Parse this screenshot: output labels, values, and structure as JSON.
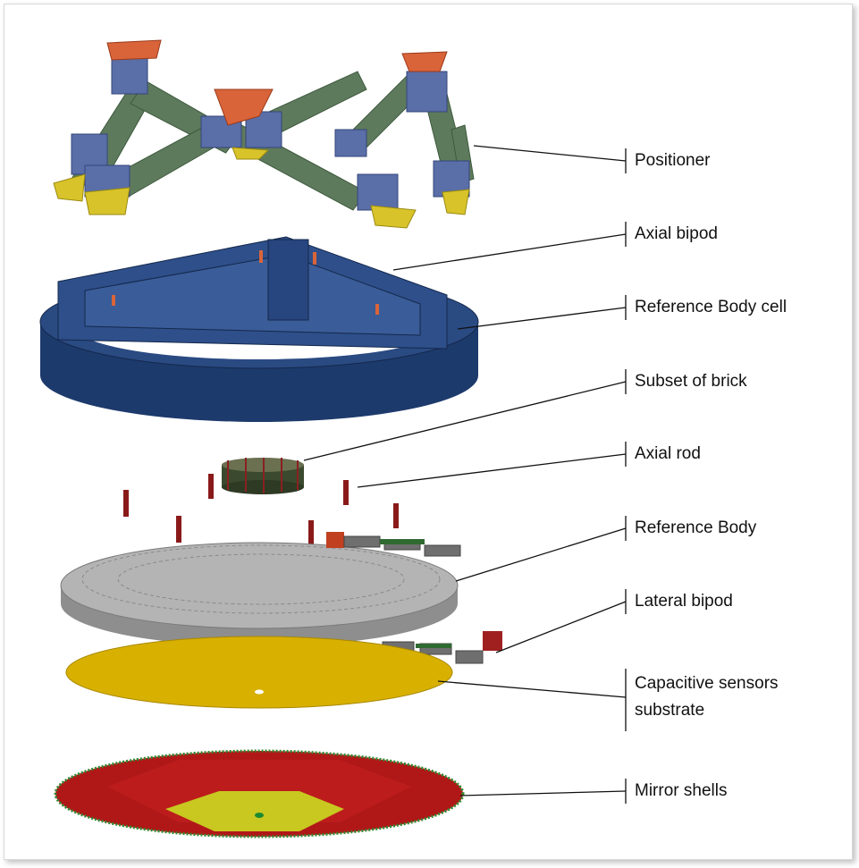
{
  "labels": {
    "positioner": "Positioner",
    "axial_bipod": "Axial bipod",
    "reference_body_cell": "Reference Body cell",
    "subset_of_brick": "Subset of brick",
    "axial_rod": "Axial rod",
    "reference_body": "Reference Body",
    "lateral_bipod": "Lateral bipod",
    "capacitive_line1": "Capacitive sensors",
    "capacitive_line2": "substrate",
    "mirror_shells": "Mirror shells"
  },
  "colors": {
    "positioner_green": "#5e7a5c",
    "positioner_blue": "#5a6ea8",
    "positioner_orange": "#d9643a",
    "positioner_yellow": "#d8c42a",
    "cell_navy": "#1f3d70",
    "reference_body_gray": "#a8a8a8",
    "substrate_yellow": "#d8b000",
    "mirror_red": "#b01818",
    "mirror_center": "#c8c820",
    "rod_red": "#8a1a1a"
  }
}
